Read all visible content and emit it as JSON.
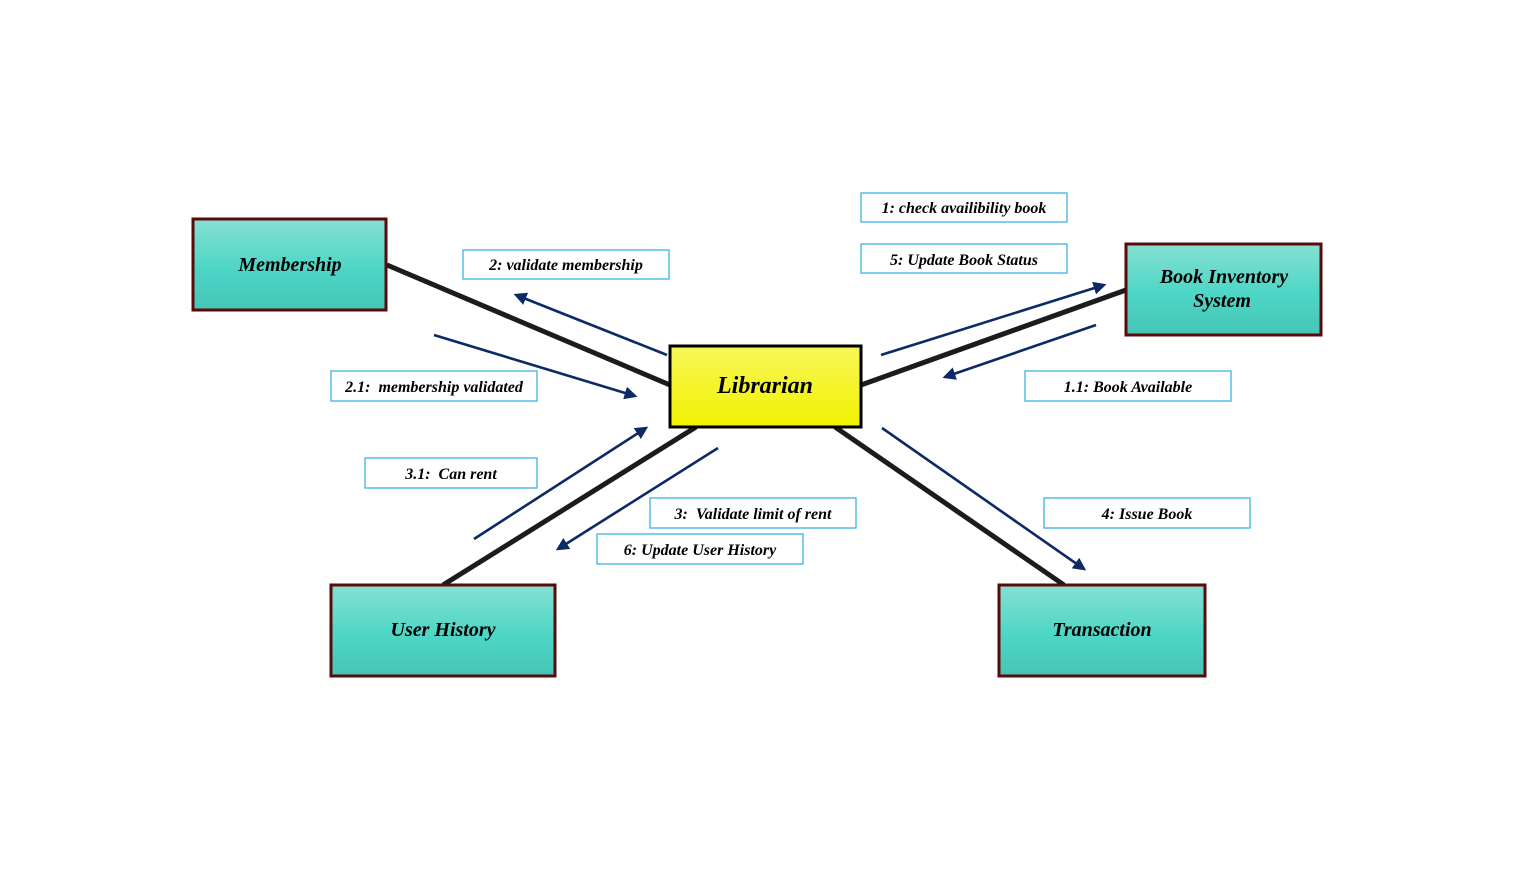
{
  "diagram": {
    "type": "communication-diagram",
    "colors": {
      "object_fill_top": "#86e0d3",
      "object_fill_mid": "#4dd6c6",
      "object_fill_bottom": "#46c5b6",
      "object_border": "#5a0a0a",
      "central_fill_top": "#f6f65a",
      "central_fill_bottom": "#f2f200",
      "central_border": "#000000",
      "link": "#1c1c1c",
      "message_arrow": "#0b2a66",
      "message_box_border": "#3ab4e8"
    },
    "central_object": {
      "id": "librarian",
      "label": "Librarian"
    },
    "objects": [
      {
        "id": "membership",
        "label_lines": [
          "Membership"
        ]
      },
      {
        "id": "book-inventory",
        "label_lines": [
          "Book Inventory",
          "System"
        ]
      },
      {
        "id": "user-history",
        "label_lines": [
          "User History"
        ]
      },
      {
        "id": "transaction",
        "label_lines": [
          "Transaction"
        ]
      }
    ],
    "links": [
      {
        "from": "librarian",
        "to": "membership"
      },
      {
        "from": "librarian",
        "to": "book-inventory"
      },
      {
        "from": "librarian",
        "to": "user-history"
      },
      {
        "from": "librarian",
        "to": "transaction"
      }
    ],
    "messages": [
      {
        "id": "m1",
        "label": "1: check availibility book",
        "from": "librarian",
        "to": "book-inventory"
      },
      {
        "id": "m5",
        "label": "5: Update Book Status",
        "from": "librarian",
        "to": "book-inventory"
      },
      {
        "id": "m1_1",
        "label": "1.1: Book Available",
        "from": "book-inventory",
        "to": "librarian"
      },
      {
        "id": "m2",
        "label": "2: validate membership",
        "from": "librarian",
        "to": "membership"
      },
      {
        "id": "m2_1",
        "label": "2.1:  membership validated",
        "from": "membership",
        "to": "librarian"
      },
      {
        "id": "m3_1",
        "label": "3.1:  Can rent",
        "from": "user-history",
        "to": "librarian"
      },
      {
        "id": "m3",
        "label": "3:  Validate limit of rent",
        "from": "librarian",
        "to": "user-history"
      },
      {
        "id": "m6",
        "label": "6: Update User History",
        "from": "librarian",
        "to": "user-history"
      },
      {
        "id": "m4",
        "label": "4: Issue Book",
        "from": "librarian",
        "to": "transaction"
      }
    ]
  }
}
